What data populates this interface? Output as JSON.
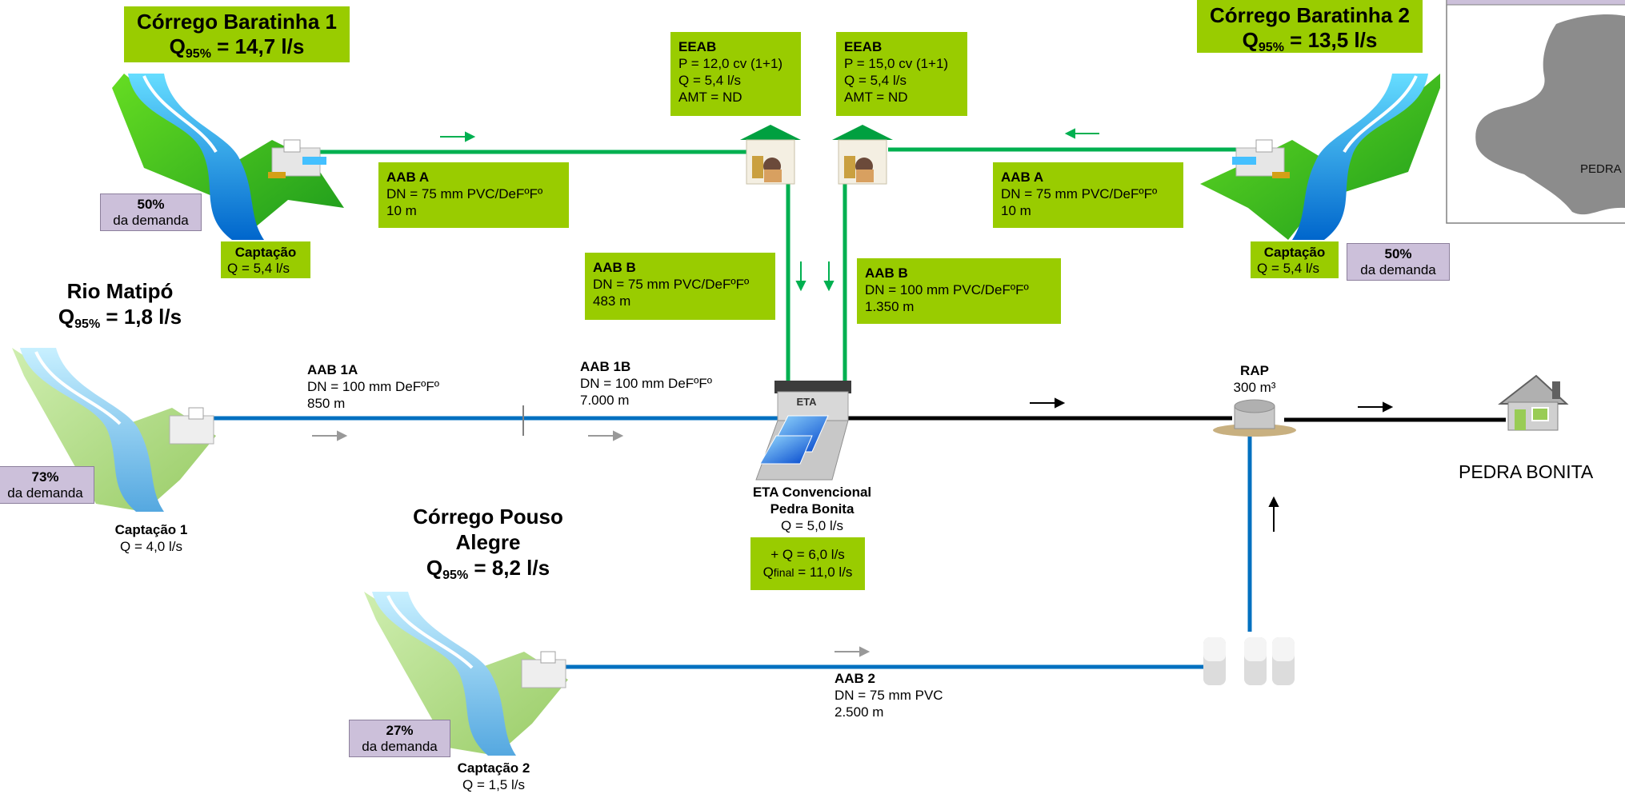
{
  "sources": {
    "baratinha1": {
      "title": "Córrego Baratinha 1",
      "q_label": "Q",
      "q_sub": "95%",
      "q_value": "= 14,7 l/s"
    },
    "baratinha2": {
      "title": "Córrego Baratinha 2",
      "q_label": "Q",
      "q_sub": "95%",
      "q_value": "= 13,5 l/s"
    },
    "matipo": {
      "title": "Rio Matipó",
      "q_label": "Q",
      "q_sub": "95%",
      "q_value": "= 1,8 l/s"
    },
    "pouso_alegre": {
      "title_line1": "Córrego Pouso",
      "title_line2": "Alegre",
      "q_label": "Q",
      "q_sub": "95%",
      "q_value": "= 8,2 l/s"
    }
  },
  "eeab_left": {
    "title": "EEAB",
    "line1": "P = 12,0 cv (1+1)",
    "line2": "Q = 5,4 l/s",
    "line3": "AMT = ND"
  },
  "eeab_right": {
    "title": "EEAB",
    "line1": "P = 15,0 cv (1+1)",
    "line2": "Q = 5,4 l/s",
    "line3": "AMT = ND"
  },
  "aab_a_left": {
    "title": "AAB A",
    "line1": "DN = 75 mm PVC/DeFºFº",
    "line2": "10 m"
  },
  "aab_a_right": {
    "title": "AAB A",
    "line1": "DN = 75 mm PVC/DeFºFº",
    "line2": "10 m"
  },
  "aab_b_left": {
    "title": "AAB B",
    "line1": "DN = 75 mm PVC/DeFºFº",
    "line2": "483 m"
  },
  "aab_b_right": {
    "title": "AAB B",
    "line1": "DN = 100 mm PVC/DeFºFº",
    "line2": "1.350 m"
  },
  "aab_1a": {
    "title": "AAB 1A",
    "line1": "DN = 100 mm DeFºFº",
    "line2": "850 m"
  },
  "aab_1b": {
    "title": "AAB 1B",
    "line1": "DN = 100 mm DeFºFº",
    "line2": "7.000 m"
  },
  "aab_2": {
    "title": "AAB 2",
    "line1": "DN = 75 mm PVC",
    "line2": "2.500 m"
  },
  "demand": {
    "b1": {
      "pct": "50%",
      "label": "da demanda"
    },
    "b2": {
      "pct": "50%",
      "label": "da demanda"
    },
    "matipo": {
      "pct": "73%",
      "label": "da demanda"
    },
    "pouso": {
      "pct": "27%",
      "label": "da demanda"
    }
  },
  "captacao": {
    "b1": {
      "title": "Captação",
      "q": "Q = 5,4 l/s"
    },
    "b2": {
      "title": "Captação",
      "q": "Q = 5,4 l/s"
    },
    "c1": {
      "title": "Captação 1",
      "q": "Q = 4,0 l/s"
    },
    "c2": {
      "title": "Captação 2",
      "q": "Q = 1,5 l/s"
    }
  },
  "eta": {
    "tag": "ETA",
    "title_line1": "ETA Convencional",
    "title_line2": "Pedra Bonita",
    "q": "Q = 5,0 l/s",
    "extra_q": "+ Q = 6,0 l/s",
    "final_q_label": "Q",
    "final_q_sub": "final",
    "final_q_value": "= 11,0 l/s"
  },
  "rap": {
    "title": "RAP",
    "volume": "300 m³"
  },
  "city": {
    "name": "PEDRA BONITA"
  },
  "map_inset": {
    "label": "PEDRA"
  },
  "icons": [
    "pump-station-icon",
    "treatment-plant-icon",
    "reservoir-icon",
    "house-icon",
    "well-icon",
    "river-intake-icon"
  ],
  "colors": {
    "green_box": "#99cc00",
    "green_pipe": "#00b050",
    "blue_pipe": "#0070c0",
    "treated_pipe": "#000000",
    "demand_box": "#ccc0da"
  }
}
